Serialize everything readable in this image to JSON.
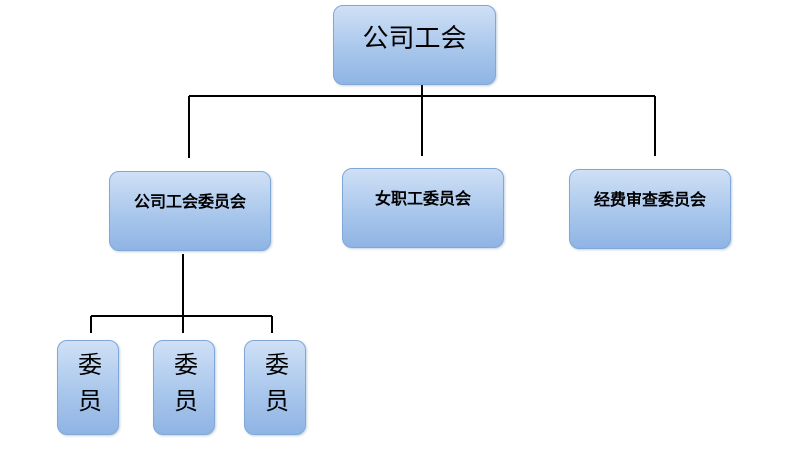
{
  "diagram": {
    "root": {
      "label": "公司工会"
    },
    "children": [
      {
        "id": "c1",
        "label": "公司工会委员会"
      },
      {
        "id": "c2",
        "label": "女职工委员会"
      },
      {
        "id": "c3",
        "label": "经费审查委员会"
      }
    ],
    "members": [
      {
        "id": "m1",
        "label": "委员"
      },
      {
        "id": "m2",
        "label": "委员"
      },
      {
        "id": "m3",
        "label": "委员"
      }
    ],
    "colors": {
      "box_fill_top": "#cfe0f6",
      "box_fill_bottom": "#8fb4e4",
      "box_border": "#7fa7d8",
      "connector": "#000000"
    }
  }
}
